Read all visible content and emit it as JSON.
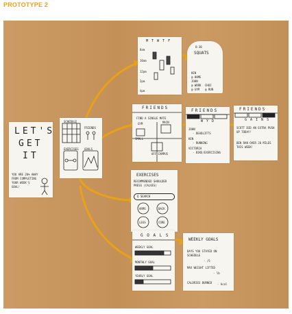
{
  "header": {
    "title": "PROTOTYPE 2"
  },
  "colors": {
    "accent": "#e8a21a",
    "board": "#c9955b",
    "paper": "#f7f5ef"
  },
  "cards": {
    "intro": {
      "line1": "LET'S",
      "line2": "GET",
      "line3": "IT",
      "text": "YOU ARE 20% AWAY FROM COMPLETING YOUR WEEK'S GOAL!"
    },
    "menu": {
      "calendar": "SCHEDULE",
      "friends": "FRIENDS",
      "exercises": "EXERCISES",
      "goals": "GOALS"
    },
    "schedule": {
      "days": "M T W T F",
      "times": [
        "8am",
        "10am",
        "12pm",
        "2pm",
        "4pm"
      ]
    },
    "squats": {
      "time": "8:30",
      "name": "SQUATS",
      "notes": [
        "KEN",
        "@ HOME",
        "JOHN",
        "@ WORK",
        "CHOI",
        "@ RUN",
        "@ GYM"
      ]
    },
    "friends1": {
      "title": "FRIENDS",
      "subtitle": "FIND A SINGLE MATE",
      "labels": [
        "GYM",
        "MAIN",
        "SMALL",
        "OFF CAMPUS"
      ]
    },
    "friends2": {
      "title": "FRIENDS",
      "subtitle": "W Y D",
      "items": [
        "JOHN",
        "- DEADLIFTS",
        "KEN",
        "- RUNNING",
        "VICTORIA",
        "- BIKE/EXERCISING"
      ]
    },
    "friends3": {
      "title": "FRIENDS",
      "subtitle": "G A I N S",
      "items": [
        "SCOTT DID AN EXTRA PUSH UP TODAY!",
        "BEN RAN OVER 20 MILES THIS WEEK!"
      ]
    },
    "exercises": {
      "title": "EXERCISES",
      "subtitle": "RECOMMENDED SHOULDER PRESS (CALVES)",
      "search": "Q SEARCH",
      "circles": [
        "ARMS",
        "BACK",
        "LEGS",
        "CORE"
      ]
    },
    "goals": {
      "title": "G O A L S",
      "items": [
        "WEEKLY GOAL",
        "MONTHLY GOAL",
        "YEARLY GOAL"
      ]
    },
    "weekly": {
      "title": "WEEKLY GOALS",
      "lines": [
        "DAYS YOU STAYED ON SCHEDULE",
        "- /5",
        "MAX WEIGHT LIFTED",
        "- lb",
        "CALORIES BURNED",
        "- kcal"
      ]
    }
  }
}
